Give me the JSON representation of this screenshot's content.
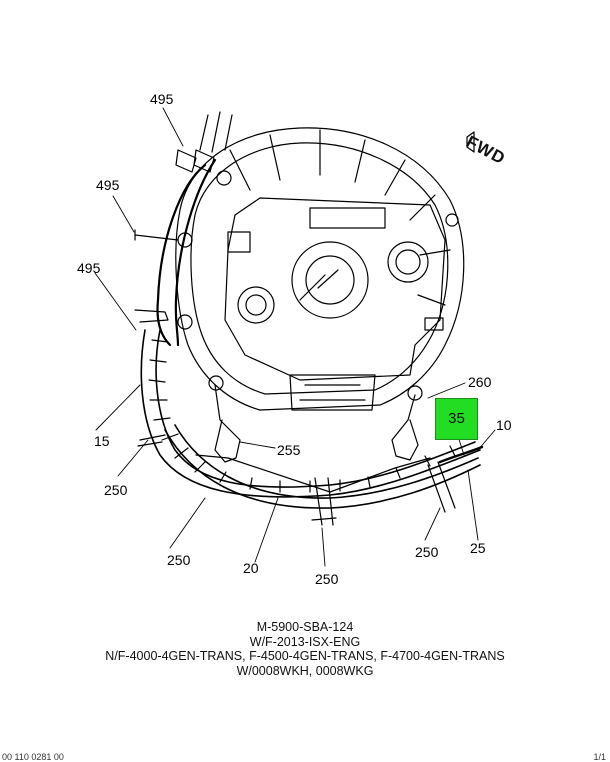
{
  "callouts": [
    {
      "id": "495a",
      "text": "495"
    },
    {
      "id": "495b",
      "text": "495"
    },
    {
      "id": "495c",
      "text": "495"
    },
    {
      "id": "15",
      "text": "15"
    },
    {
      "id": "250a",
      "text": "250"
    },
    {
      "id": "250b",
      "text": "250"
    },
    {
      "id": "20",
      "text": "20"
    },
    {
      "id": "250c",
      "text": "250"
    },
    {
      "id": "255",
      "text": "255"
    },
    {
      "id": "260",
      "text": "260"
    },
    {
      "id": "35",
      "text": "35"
    },
    {
      "id": "10",
      "text": "10"
    },
    {
      "id": "250d",
      "text": "250"
    },
    {
      "id": "25",
      "text": "25"
    }
  ],
  "fwd_label": "FWD",
  "highlight_color": "#22dd22",
  "caption": {
    "line1": "M-5900-SBA-124",
    "line2": "W/F-2013-ISX-ENG",
    "line3": "N/F-4000-4GEN-TRANS, F-4500-4GEN-TRANS, F-4700-4GEN-TRANS",
    "line4": "W/0008WKH, 0008WKG"
  },
  "footer": {
    "left": "00 110 0281 00",
    "right": "1/1"
  }
}
